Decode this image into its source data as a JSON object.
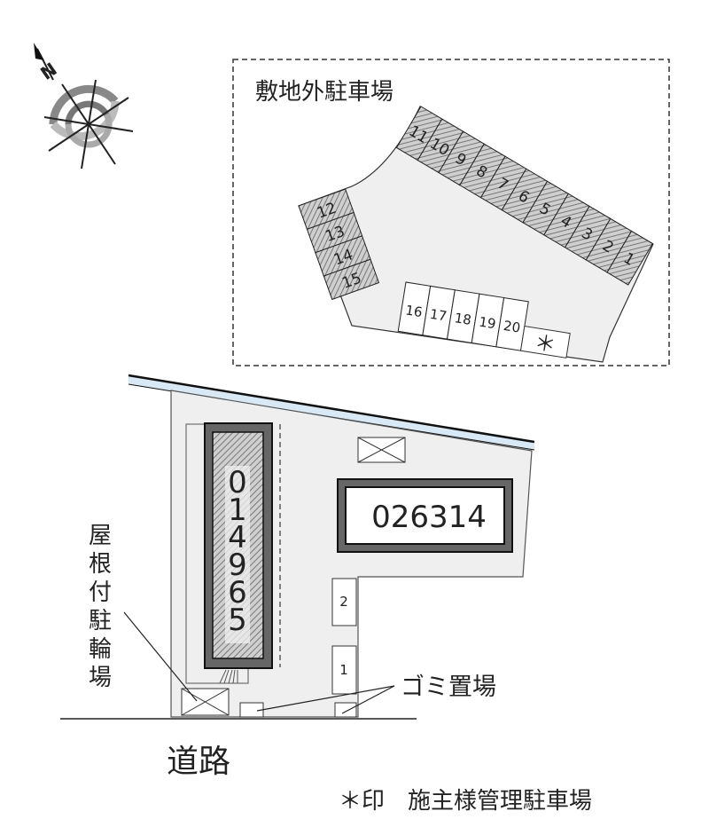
{
  "offsite_parking": {
    "title": "敷地外駐車場",
    "row_a": [
      "11",
      "10",
      "9",
      "8",
      "7",
      "6",
      "5",
      "4",
      "3",
      "2",
      "1"
    ],
    "row_b": [
      "12",
      "13",
      "14",
      "15"
    ],
    "row_c": [
      "16",
      "17",
      "18",
      "19",
      "20"
    ],
    "owner_mark": "＊"
  },
  "buildings": {
    "building_a": "014965",
    "building_b": "026314"
  },
  "bike_stalls": [
    "2",
    "1"
  ],
  "labels": {
    "covered_bike_parking": "屋根付駐輪場",
    "garbage": "ゴミ置場",
    "road": "道路",
    "footnote": "＊印　施主様管理駐車場"
  },
  "compass": {
    "north": "N"
  },
  "colors": {
    "site_fill": "#efefef",
    "road_edge": "#d8e8f5",
    "building_border": "#666666"
  }
}
